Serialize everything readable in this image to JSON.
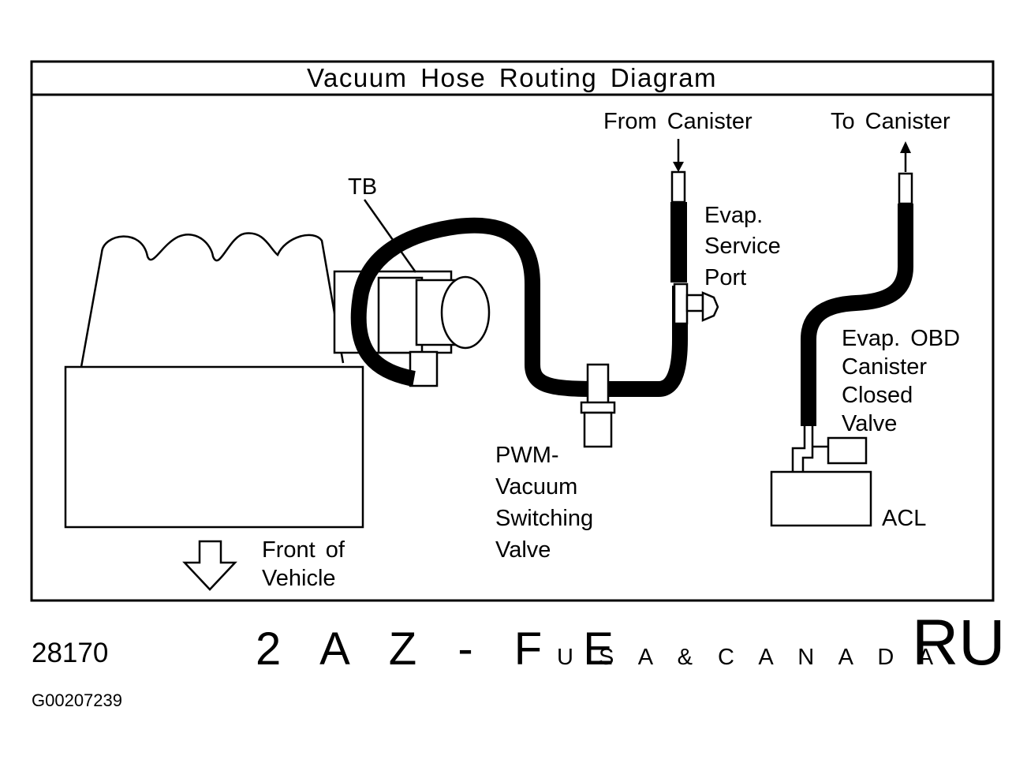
{
  "title": "Vacuum Hose Routing Diagram",
  "labels": {
    "from_canister": "From  Canister",
    "to_canister": "To  Canister",
    "tb": "TB",
    "evap_service_port": [
      "Evap.",
      "Service",
      "Port"
    ],
    "evap_obd_valve": [
      "Evap.  OBD",
      "Canister",
      "Closed",
      "Valve"
    ],
    "pwm_vsv": [
      "PWM-",
      "Vacuum",
      "Switching",
      "Valve"
    ],
    "acl": "ACL",
    "front_of_vehicle": [
      "Front  of",
      "Vehicle"
    ]
  },
  "footer": {
    "code": "28170",
    "engine": "2 A Z - F E",
    "region": "U S A & C A N A D A",
    "badge": "RU",
    "ref": "G00207239"
  },
  "icons": {
    "front_arrow": "down-arrow-outline-icon",
    "flow_in_arrow": "arrow-down-icon",
    "flow_out_arrow": "arrow-up-icon"
  },
  "colors": {
    "line": "#000000",
    "background": "#ffffff"
  }
}
